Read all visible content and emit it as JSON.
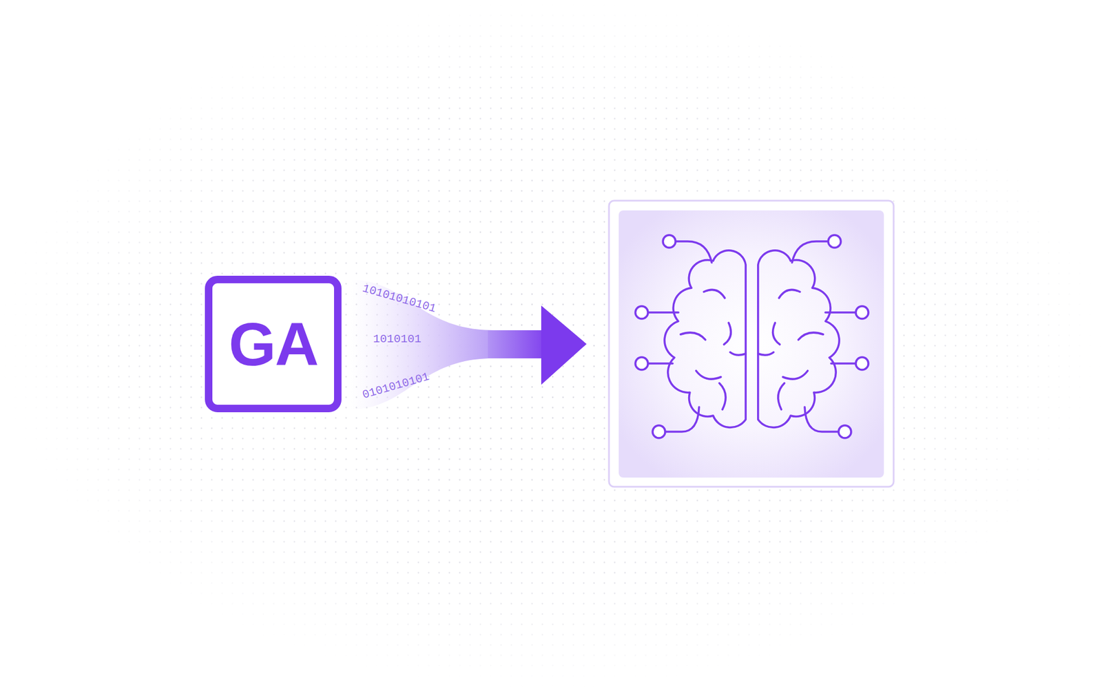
{
  "diagram": {
    "nodes": [
      {
        "text": [
          "GA"
        ]
      }
    ],
    "labels": [
      "10101010101",
      "1010101",
      "0101010101"
    ]
  }
}
